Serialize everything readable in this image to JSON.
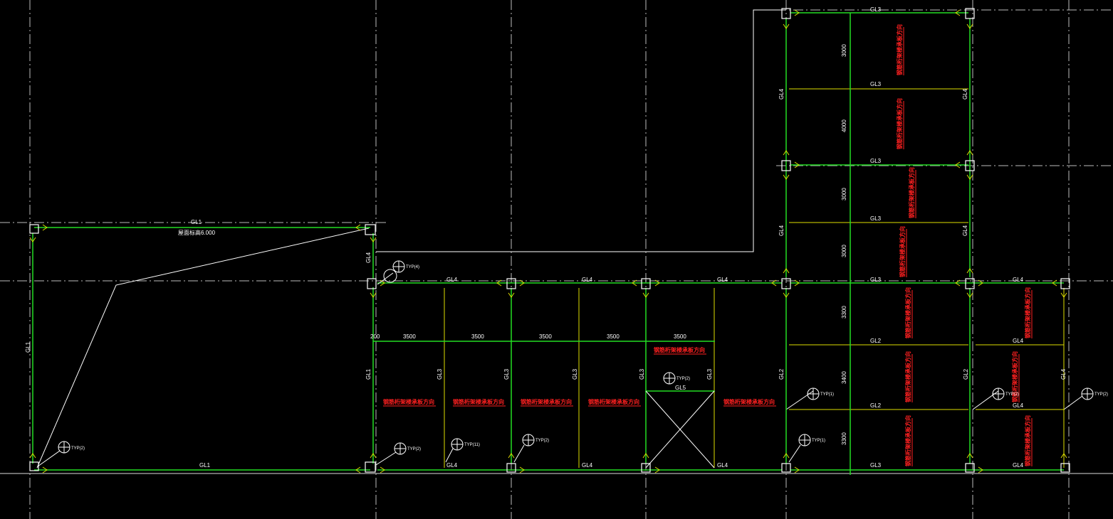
{
  "colors": {
    "background": "#000000",
    "grid": "#c8c8c8",
    "beam": "#22dd22",
    "outline": "#ffffff",
    "note": "#ff2020",
    "yellow_line": "#dede00",
    "label": "#ffffff"
  },
  "labels": {
    "elevation_text": "屋面标高6.000",
    "gl1_top": "GL1",
    "gl1_bottom": "GL1",
    "gl1_left": "GL1",
    "gl1_mid_vertical": "GL1",
    "gl4_mid_vertical": "GL4",
    "gl4_row_1": "GL4",
    "gl4_row_2": "GL4",
    "gl4_row_3": "GL4",
    "gl4_bottom_1": "GL4",
    "gl4_bottom_2": "GL4",
    "gl4_bottom_3": "GL4",
    "gl3_v_1": "GL3",
    "gl3_v_2": "GL3",
    "gl3_v_3": "GL3",
    "gl3_v_4": "GL3",
    "gl3_v_5": "GL3",
    "gl5_label": "GL5",
    "gl2_v_left": "GL2",
    "gl2_v_right": "GL2",
    "gl4_v_far_right": "GL4",
    "gl4_right_top": "GL4",
    "gl4_right_mid": "GL4",
    "gl4_right_low": "GL4",
    "gl4_right_bottom": "GL4",
    "gl3_top": "GL3",
    "gl3_r1": "GL3",
    "gl3_r2": "GL3",
    "gl3_r3": "GL3",
    "gl3_r4": "GL3",
    "gl2_r1": "GL2",
    "gl2_r2": "GL2",
    "gl3_bottom_right": "GL3",
    "gl4_tower_v1": "GL4",
    "gl4_tower_v2": "GL4",
    "gl4_tower_v3": "GL4",
    "gl4_tower_v4": "GL4"
  },
  "dimensions": {
    "start": "200",
    "spans": [
      "3500",
      "3500",
      "3500",
      "3500",
      "3500"
    ],
    "tower": [
      "3000",
      "4000",
      "3000",
      "3000",
      "3300",
      "3400",
      "3300"
    ]
  },
  "notes": {
    "deck_direction": "钢筋桁架楼承板方向"
  },
  "typ_markers": {
    "typ_2": "TYP(2)",
    "typ_1": "TYP(1)",
    "typ_4": "TYP(4)",
    "typ_11": "TYP(11)"
  }
}
